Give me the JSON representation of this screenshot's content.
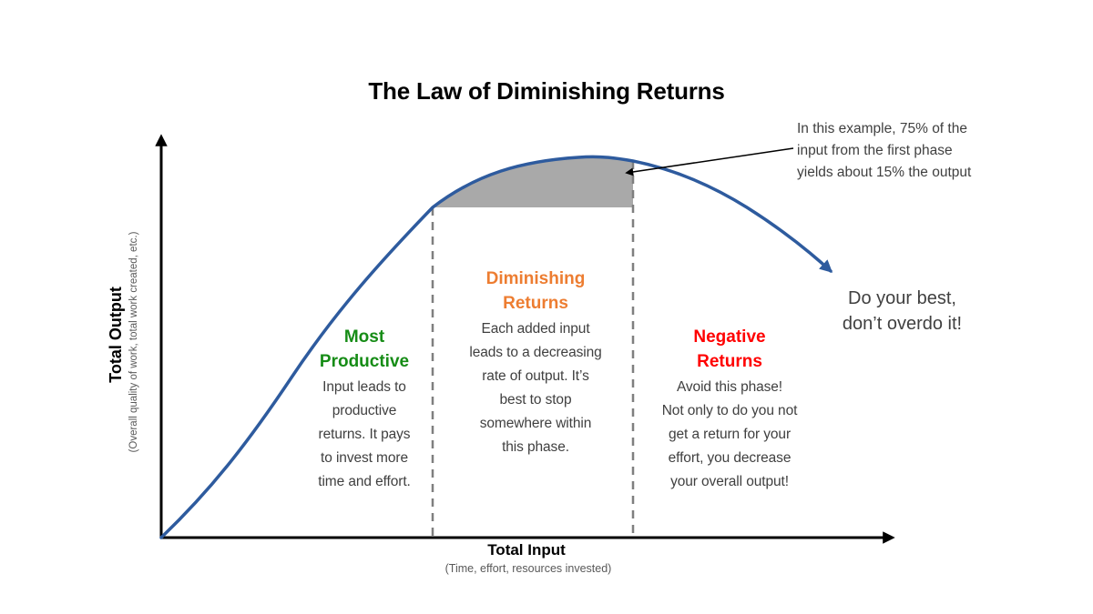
{
  "title": "The Law of Diminishing Returns",
  "colors": {
    "curve": "#2E5B9E",
    "axis": "#000000",
    "shading": "#A9A9A9",
    "dashed_line": "#7F7F7F",
    "body_text": "#404040",
    "muted_text": "#595959",
    "phase_most_productive": "#168C16",
    "phase_diminishing": "#ED7D31",
    "phase_negative": "#FF0000"
  },
  "y_axis": {
    "label": "Total Output",
    "sublabel": "(Overall quality of work, total work created, etc.)"
  },
  "x_axis": {
    "label": "Total Input",
    "sublabel": "(Time, effort, resources invested)"
  },
  "phases": [
    {
      "heading": "Most\nProductive",
      "description": "Input leads to\nproductive\nreturns. It pays\nto invest more\ntime and effort."
    },
    {
      "heading": "Diminishing\nReturns",
      "description": "Each added input\nleads to a decreasing\nrate of output. It’s\nbest to stop\nsomewhere within\nthis phase."
    },
    {
      "heading": "Negative\nReturns",
      "description": "Avoid this phase!\nNot only to do you not\nget a return for your\neffort, you decrease\nyour overall output!"
    }
  ],
  "annotation": "In this example, 75% of the\ninput from the first phase\nyields about 15% the output",
  "callout": "Do your best,\ndon’t overdo it!"
}
